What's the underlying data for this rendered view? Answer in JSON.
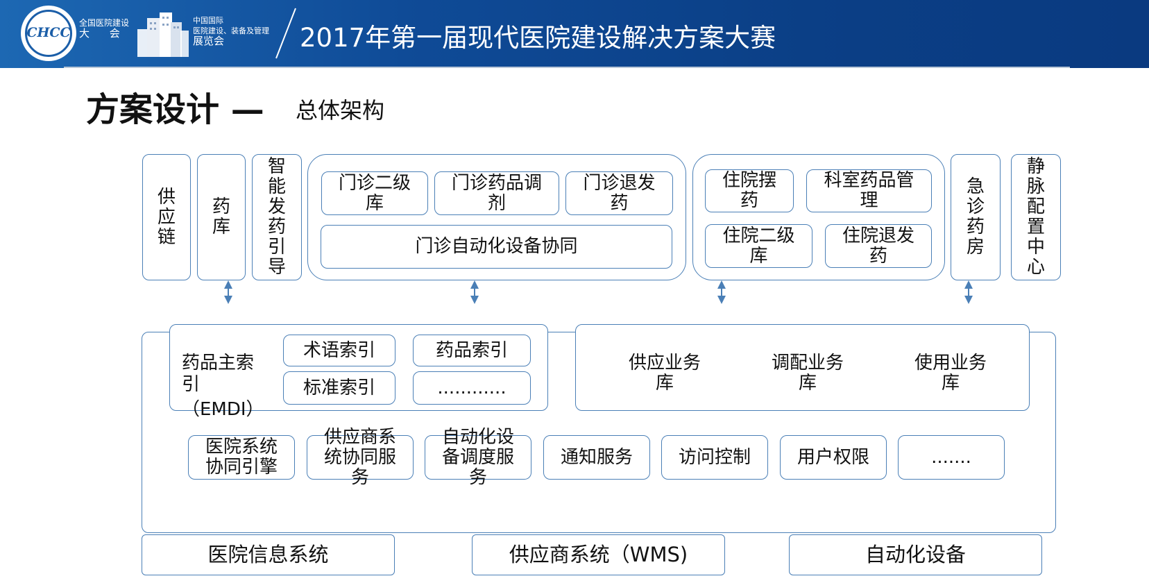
{
  "header": {
    "logo1_line1": "全国医院建设",
    "logo1_line2": "大  会",
    "logo1_seal": "CHCC",
    "logo2_line1": "中国国际",
    "logo2_line2": "医院建设、装备及管理",
    "logo2_line3": "展览会",
    "title": "2017年第一届现代医院建设解决方案大赛"
  },
  "page": {
    "title": "方案设计 —",
    "subtitle": "总体架构"
  },
  "top": {
    "supply_chain": "供应链",
    "pharmacy": "药库",
    "smart_guide": "智能发药引导",
    "outpatient": {
      "secondary_store": "门诊二级库",
      "dispensing": "门诊药品调剂",
      "return": "门诊退发药",
      "automation": "门诊自动化设备协同"
    },
    "inpatient": {
      "placement": "住院摆药",
      "dept_mgmt": "科室药品管理",
      "secondary_store": "住院二级库",
      "return": "住院退发药"
    },
    "emergency": "急诊药房",
    "iv_center": "静脉配置中心"
  },
  "middle": {
    "emdi_title": "药品主索引",
    "emdi_abbr": "（EMDI）",
    "term_index": "术语索引",
    "drug_index": "药品索引",
    "std_index": "标准索引",
    "more_index": "............",
    "db_supply": "供应业务库",
    "db_dispatch": "调配业务库",
    "db_usage": "使用业务库",
    "services": [
      "医院系统协同引擎",
      "供应商系统协同服务",
      "自动化设备调度服务",
      "通知服务",
      "访问控制",
      "用户权限",
      "......."
    ]
  },
  "bottom": {
    "his": "医院信息系统",
    "wms": "供应商系统（WMS)",
    "automation": "自动化设备"
  },
  "colors": {
    "banner": "#0f4b97",
    "border": "#4a7fb6",
    "arrow": "#4a7fb6"
  }
}
